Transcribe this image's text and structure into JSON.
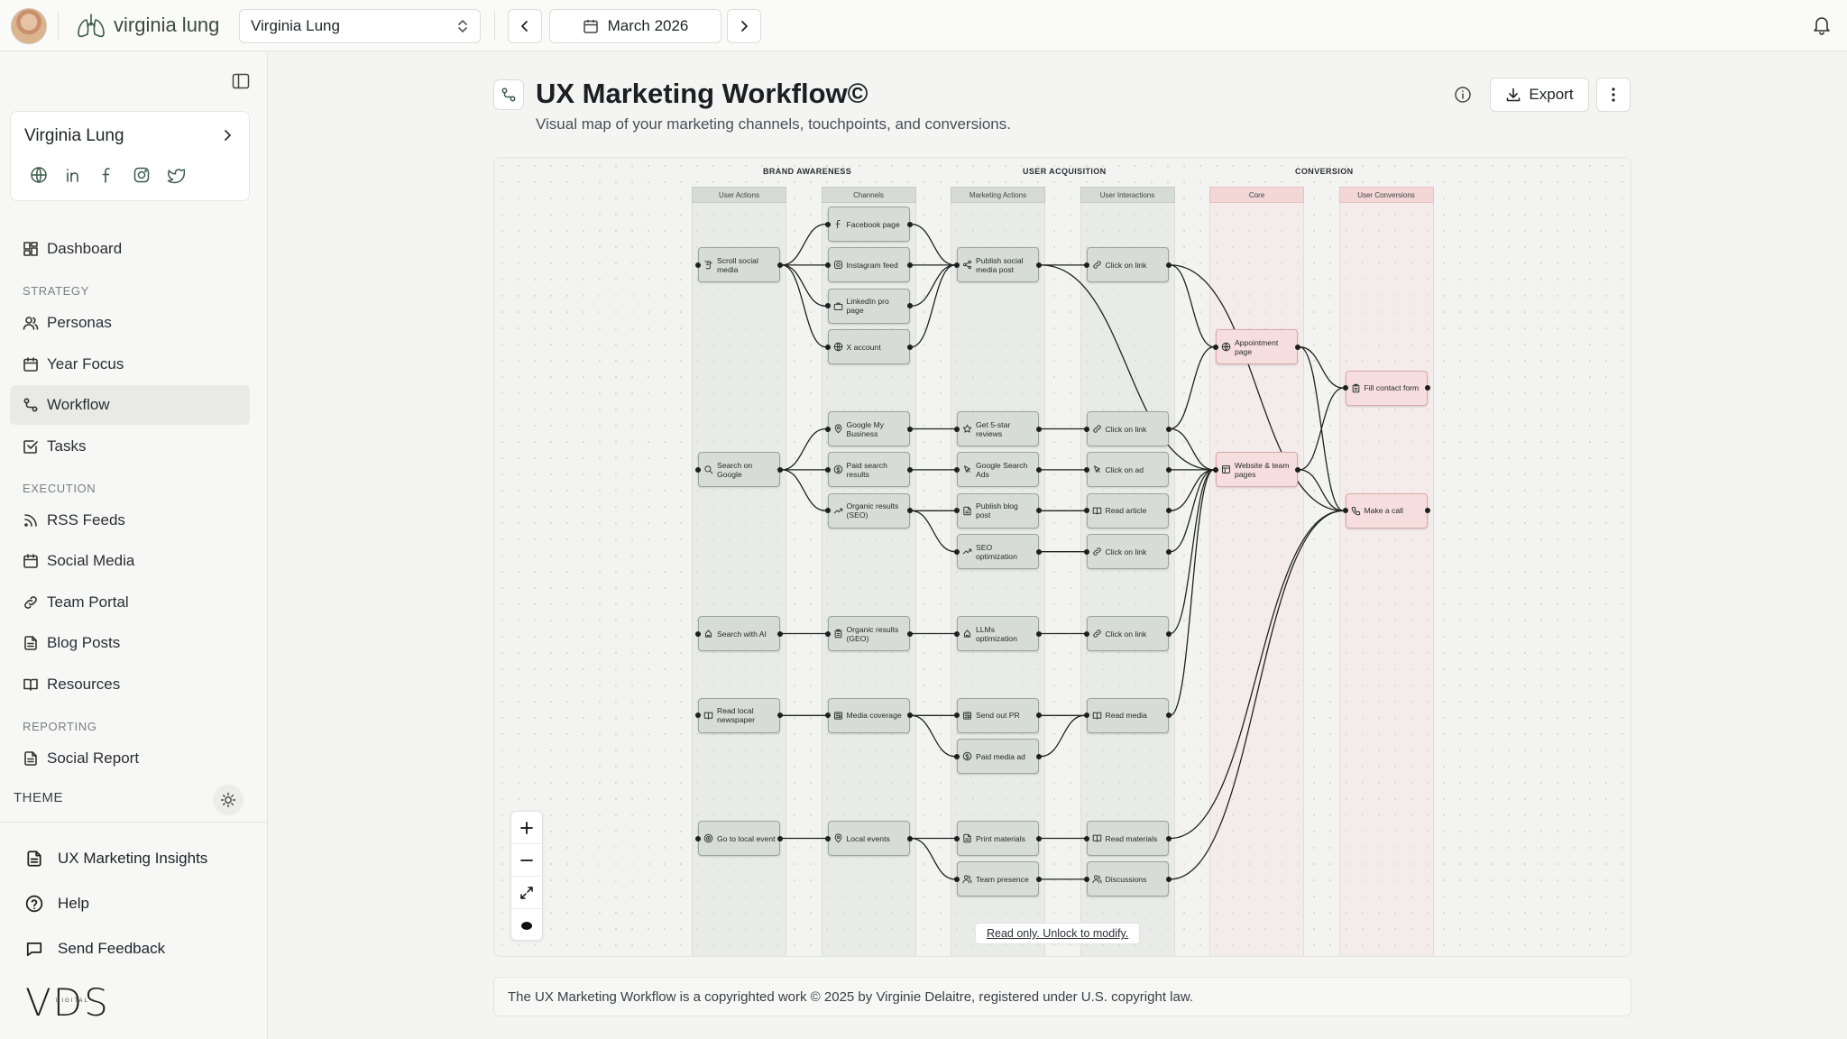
{
  "topbar": {
    "brand": "virginia lung",
    "workspace_select": "Virginia Lung",
    "date_label": "March 2026"
  },
  "sidebar": {
    "profile_name": "Virginia Lung",
    "menu": [
      {
        "type": "item",
        "label": "Dashboard",
        "icon": "dashboard-icon"
      },
      {
        "type": "label",
        "label": "STRATEGY"
      },
      {
        "type": "item",
        "label": "Personas",
        "icon": "users-icon"
      },
      {
        "type": "item",
        "label": "Year Focus",
        "icon": "calendar-icon"
      },
      {
        "type": "item",
        "label": "Workflow",
        "icon": "workflow-icon",
        "active": true
      },
      {
        "type": "item",
        "label": "Tasks",
        "icon": "checkbox-icon"
      },
      {
        "type": "label",
        "label": "EXECUTION"
      },
      {
        "type": "item",
        "label": "RSS Feeds",
        "icon": "rss-icon"
      },
      {
        "type": "item",
        "label": "Social Media",
        "icon": "calendar-icon"
      },
      {
        "type": "item",
        "label": "Team Portal",
        "icon": "link-icon"
      },
      {
        "type": "item",
        "label": "Blog Posts",
        "icon": "document-icon"
      },
      {
        "type": "item",
        "label": "Resources",
        "icon": "book-icon"
      },
      {
        "type": "label",
        "label": "REPORTING"
      },
      {
        "type": "item",
        "label": "Social Report",
        "icon": "document-icon"
      }
    ],
    "theme_label": "THEME",
    "bottom_links": [
      {
        "label": "UX Marketing Insights",
        "icon": "document-icon"
      },
      {
        "label": "Help",
        "icon": "help-icon"
      },
      {
        "label": "Send Feedback",
        "icon": "message-icon"
      }
    ],
    "logo_text": "VDS",
    "logo_sub": "DIGITAL"
  },
  "page": {
    "title": "UX Marketing Workflow©",
    "subtitle": "Visual map of your marketing channels, touchpoints, and conversions.",
    "export_label": "Export",
    "read_only": "Read only. Unlock to modify.",
    "footer": "The UX Marketing Workflow is a copyrighted work © 2025 by Virginie Delaitre, registered under U.S. copyright law."
  },
  "workflow": {
    "sections": [
      {
        "id": "brand",
        "label": "BRAND AWARENESS"
      },
      {
        "id": "acq",
        "label": "USER ACQUISITION"
      },
      {
        "id": "conv",
        "label": "CONVERSION"
      }
    ],
    "lanes": [
      {
        "label": "User Actions",
        "tone": "green"
      },
      {
        "label": "Channels",
        "tone": "green"
      },
      {
        "label": "Marketing Actions",
        "tone": "green"
      },
      {
        "label": "User Interactions",
        "tone": "green"
      },
      {
        "label": "Core",
        "tone": "pink"
      },
      {
        "label": "User Conversions",
        "tone": "pink"
      }
    ],
    "nodes": [
      {
        "id": "ua1",
        "lane": 0,
        "row": 1,
        "label": "Scroll social media",
        "icon": "scroll-icon"
      },
      {
        "id": "ua2",
        "lane": 0,
        "row": 6,
        "label": "Search on Google",
        "icon": "search-icon"
      },
      {
        "id": "ua3",
        "lane": 0,
        "row": 10,
        "label": "Search with AI",
        "icon": "ai-icon"
      },
      {
        "id": "ua4",
        "lane": 0,
        "row": 12,
        "label": "Read local newspaper",
        "icon": "book-icon"
      },
      {
        "id": "ua5",
        "lane": 0,
        "row": 15,
        "label": "Go to local event",
        "icon": "target-icon"
      },
      {
        "id": "ch1",
        "lane": 1,
        "row": 0,
        "label": "Facebook page",
        "icon": "facebook-icon"
      },
      {
        "id": "ch2",
        "lane": 1,
        "row": 1,
        "label": "Instagram feed",
        "icon": "instagram-icon"
      },
      {
        "id": "ch3",
        "lane": 1,
        "row": 2,
        "label": "LinkedIn pro page",
        "icon": "briefcase-icon"
      },
      {
        "id": "ch4",
        "lane": 1,
        "row": 3,
        "label": "X account",
        "icon": "globe-icon"
      },
      {
        "id": "ch5",
        "lane": 1,
        "row": 5,
        "label": "Google My Business",
        "icon": "pin-icon"
      },
      {
        "id": "ch6",
        "lane": 1,
        "row": 6,
        "label": "Paid search results",
        "icon": "dollar-icon"
      },
      {
        "id": "ch7",
        "lane": 1,
        "row": 7,
        "label": "Organic results (SEO)",
        "icon": "trend-icon"
      },
      {
        "id": "ch8",
        "lane": 1,
        "row": 10,
        "label": "Organic results (GEO)",
        "icon": "clipboard-icon"
      },
      {
        "id": "ch9",
        "lane": 1,
        "row": 12,
        "label": "Media coverage",
        "icon": "newspaper-icon"
      },
      {
        "id": "ch10",
        "lane": 1,
        "row": 15,
        "label": "Local events",
        "icon": "pin-icon"
      },
      {
        "id": "ma1",
        "lane": 2,
        "row": 1,
        "label": "Publish social media post",
        "icon": "share-icon"
      },
      {
        "id": "ma2",
        "lane": 2,
        "row": 5,
        "label": "Get 5-star reviews",
        "icon": "star-icon"
      },
      {
        "id": "ma3",
        "lane": 2,
        "row": 6,
        "label": "Google Search Ads",
        "icon": "cursor-icon"
      },
      {
        "id": "ma4",
        "lane": 2,
        "row": 7,
        "label": "Publish blog post",
        "icon": "document-icon"
      },
      {
        "id": "ma5",
        "lane": 2,
        "row": 8,
        "label": "SEO optimization",
        "icon": "trend-icon"
      },
      {
        "id": "ma6",
        "lane": 2,
        "row": 10,
        "label": "LLMs optimization",
        "icon": "ai-icon"
      },
      {
        "id": "ma7",
        "lane": 2,
        "row": 12,
        "label": "Send out PR",
        "icon": "newspaper-icon"
      },
      {
        "id": "ma8",
        "lane": 2,
        "row": 13,
        "label": "Paid media ad",
        "icon": "dollar-icon"
      },
      {
        "id": "ma9",
        "lane": 2,
        "row": 15,
        "label": "Print materials",
        "icon": "document-icon"
      },
      {
        "id": "ma10",
        "lane": 2,
        "row": 16,
        "label": "Team presence",
        "icon": "users-icon"
      },
      {
        "id": "ui1",
        "lane": 3,
        "row": 1,
        "label": "Click on link",
        "icon": "link-icon"
      },
      {
        "id": "ui2",
        "lane": 3,
        "row": 5,
        "label": "Click on link",
        "icon": "link-icon"
      },
      {
        "id": "ui3",
        "lane": 3,
        "row": 6,
        "label": "Click on ad",
        "icon": "cursor-icon"
      },
      {
        "id": "ui4",
        "lane": 3,
        "row": 7,
        "label": "Read article",
        "icon": "book-icon"
      },
      {
        "id": "ui5",
        "lane": 3,
        "row": 8,
        "label": "Click on link",
        "icon": "link-icon"
      },
      {
        "id": "ui6",
        "lane": 3,
        "row": 10,
        "label": "Click on link",
        "icon": "link-icon"
      },
      {
        "id": "ui7",
        "lane": 3,
        "row": 12,
        "label": "Read media",
        "icon": "book-icon"
      },
      {
        "id": "ui8",
        "lane": 3,
        "row": 15,
        "label": "Read materials",
        "icon": "book-icon"
      },
      {
        "id": "ui9",
        "lane": 3,
        "row": 16,
        "label": "Discussions",
        "icon": "users-icon"
      },
      {
        "id": "c1",
        "lane": 4,
        "row": 3,
        "label": "Appointment page",
        "icon": "globe-icon"
      },
      {
        "id": "c2",
        "lane": 4,
        "row": 6,
        "label": "Website & team pages",
        "icon": "layout-icon"
      },
      {
        "id": "uc1",
        "lane": 5,
        "row": 4,
        "label": "Fill contact form",
        "icon": "clipboard-icon"
      },
      {
        "id": "uc2",
        "lane": 5,
        "row": 7,
        "label": "Make a call",
        "icon": "phone-icon"
      }
    ],
    "edges": [
      [
        "ua1",
        "ch1"
      ],
      [
        "ua1",
        "ch2"
      ],
      [
        "ua1",
        "ch3"
      ],
      [
        "ua1",
        "ch4"
      ],
      [
        "ch1",
        "ma1"
      ],
      [
        "ch2",
        "ma1"
      ],
      [
        "ch3",
        "ma1"
      ],
      [
        "ch4",
        "ma1"
      ],
      [
        "ma1",
        "ui1"
      ],
      [
        "ma1",
        "c2"
      ],
      [
        "ui1",
        "c1"
      ],
      [
        "ua2",
        "ch5"
      ],
      [
        "ua2",
        "ch6"
      ],
      [
        "ua2",
        "ch7"
      ],
      [
        "ch5",
        "ma2"
      ],
      [
        "ch6",
        "ma3"
      ],
      [
        "ch7",
        "ma4"
      ],
      [
        "ch7",
        "ma5"
      ],
      [
        "ma2",
        "ui2"
      ],
      [
        "ma3",
        "ui3"
      ],
      [
        "ma4",
        "ui4"
      ],
      [
        "ma5",
        "ui5"
      ],
      [
        "ui2",
        "c1"
      ],
      [
        "ui2",
        "c2"
      ],
      [
        "ui3",
        "c2"
      ],
      [
        "ui4",
        "c2"
      ],
      [
        "ui5",
        "c2"
      ],
      [
        "ui6",
        "c2"
      ],
      [
        "ui7",
        "c2"
      ],
      [
        "ua3",
        "ch8"
      ],
      [
        "ch8",
        "ma6"
      ],
      [
        "ma6",
        "ui6"
      ],
      [
        "ua4",
        "ch9"
      ],
      [
        "ch9",
        "ma7"
      ],
      [
        "ch9",
        "ma8"
      ],
      [
        "ma7",
        "ui7"
      ],
      [
        "ma8",
        "ui7"
      ],
      [
        "ua5",
        "ch10"
      ],
      [
        "ch10",
        "ma9"
      ],
      [
        "ch10",
        "ma10"
      ],
      [
        "ma9",
        "ui8"
      ],
      [
        "ma10",
        "ui9"
      ],
      [
        "ui8",
        "uc2"
      ],
      [
        "ui9",
        "uc2"
      ],
      [
        "ui1",
        "uc2"
      ],
      [
        "c1",
        "uc1"
      ],
      [
        "c1",
        "uc2"
      ],
      [
        "c2",
        "uc1"
      ],
      [
        "c2",
        "uc2"
      ]
    ]
  }
}
